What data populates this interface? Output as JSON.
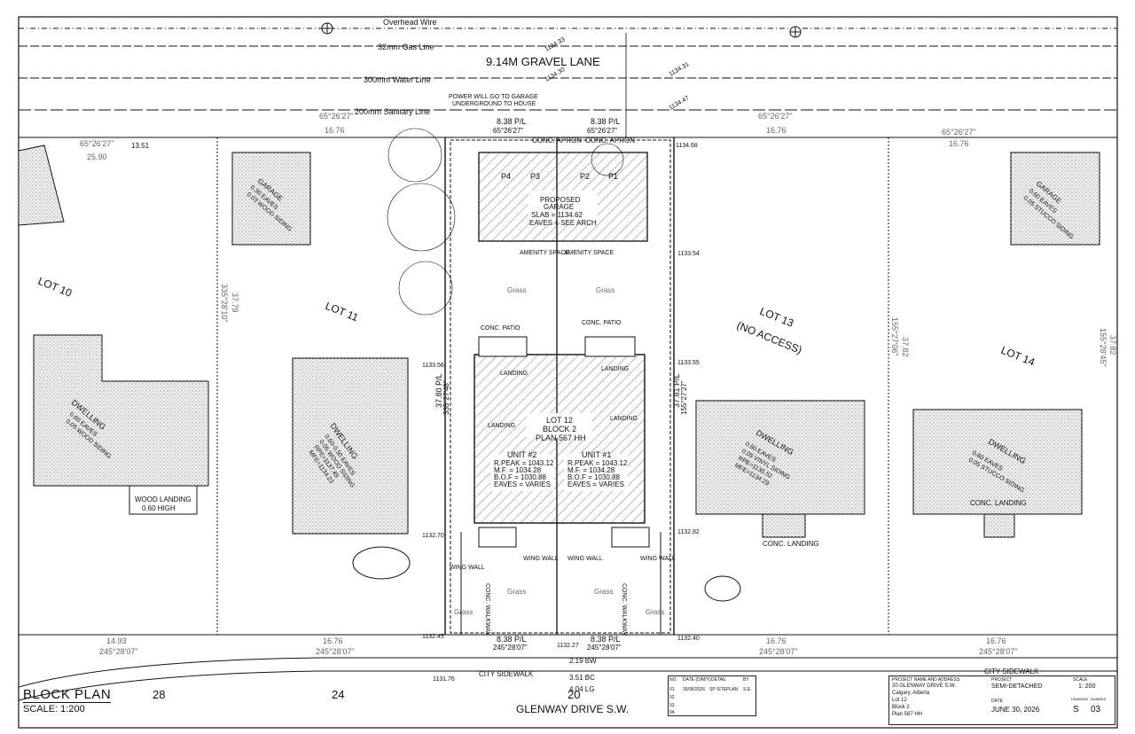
{
  "drawing": {
    "title": "BLOCK PLAN",
    "scale": "SCALE: 1:200"
  },
  "utilities": {
    "overhead_wire": "Overhead Wire",
    "gas_line": "32mm Gas Line",
    "water_line": "300mm Water Line",
    "sanitary_line": "200mm Sanitary Line",
    "lane": "9.14M GRAVEL LANE",
    "power_note_1": "POWER WILL GO TO GARAGE",
    "power_note_2": "UNDERGROUND TO HOUSE"
  },
  "street": {
    "name": "GLENWAY DRIVE S.W.",
    "sidewalk": "CITY SIDEWALK",
    "sidewalk_right": "CITY SIDEWALK",
    "house_numbers": [
      "28",
      "24",
      "20"
    ],
    "bw": "2.19 BW",
    "bc": "3.51 BC",
    "lg": "4.04 LG"
  },
  "lots": {
    "lot10": "LOT 10",
    "lot11": "LOT 11",
    "lot13": "LOT 13",
    "lot13_note": "(NO ACCESS)",
    "lot14": "LOT 14"
  },
  "subject": {
    "lot": "LOT 12",
    "block": "BLOCK 2",
    "plan": "PLAN 567 HH",
    "garage_title": "PROPOSED",
    "garage_sub": "GARAGE",
    "garage_slab": "SLAB = 1134.62",
    "garage_eaves": "EAVES = SEE ARCH",
    "parking": [
      "P4",
      "P3",
      "P2",
      "P1"
    ],
    "unit2": {
      "name": "UNIT #2",
      "rpeak": "R.PEAK = 1043.12",
      "mf": "M.F. = 1034.28",
      "bof": "B.O.F = 1030.88",
      "eaves": "EAVES = VARIES"
    },
    "unit1": {
      "name": "UNIT #1",
      "rpeak": "R.PEAK = 1043.12",
      "mf": "M.F. = 1034.28",
      "bof": "B.O.F = 1030.88",
      "eaves": "EAVES = VARIES"
    },
    "landing": "LANDING",
    "conc_patio": "CONC. PATIO",
    "conc_apron": "CONC. APRON",
    "amenity": "AMENITY SPACE",
    "grass": "Grass",
    "wing_wall": "WING WALL",
    "conc_walkway": "CONC. WALKWAY",
    "p_l": "8.38 P/L",
    "side_pl_left": "37.80 P/L",
    "side_pl_right": "37.81 P/L",
    "bearing_front": "245°28'07\"",
    "bearing_rear": "65°26'27\"",
    "bearing_side_left": "335°27'48\"",
    "bearing_side_right": "155°27'27\""
  },
  "neighbours": {
    "dwelling": "DWELLING",
    "garage": "GARAGE",
    "wood_landing": "WOOD LANDING",
    "wood_landing_h": "0.60 HIGH",
    "conc_landing": "CONC. LANDING",
    "lot11_eaves": "0.60-0.50 EAVES",
    "lot11_siding": "0.05 WOOD SIDING",
    "lot11_rpe": "RPE=1137.49",
    "lot11_mfe": "MFE=1134.23",
    "lot13_eaves": "0.60 EAVES",
    "lot13_siding": "0.05 VINYL SIDING",
    "lot13_rpe": "RPE=1135.52",
    "lot13_mfe": "MFE=1134.29",
    "lot14_eaves": "0.60 EAVES",
    "lot14_siding": "0.05 STUCCO SIDING",
    "lot10_eaves": "0.60 EAVES",
    "lot10_siding": "0.05 WOOD SIDING",
    "garage10_eaves": "0.30 EAVES",
    "garage10_siding": "0.03 WOOD SIDING",
    "garage14_eaves": "0.60 EAVES",
    "garage14_siding": "0.05 STUCCO SIDING"
  },
  "dimensions": {
    "d1676": "16.76",
    "d2590": "25.90",
    "d1351": "13.51",
    "d1493": "14.93",
    "d3779": "37.79",
    "d3782": "37.82",
    "d3782b": "37.82",
    "lot10_bearing": "335°28'10\"",
    "lot13_bearing": "155°27'06\"",
    "lot14_bearing": "155°28'45\"",
    "elev_1134_33": "1134.33",
    "elev_1134_30": "1134.30",
    "elev_1134_31": "1134.31",
    "elev_1134_47": "1134.47",
    "elev_1134_68": "1134.68",
    "elev_1133_54": "1133.54",
    "elev_1133_55": "1133.55",
    "elev_1133_56": "1133.56",
    "elev_1132_82": "1132.82",
    "elev_1132_70": "1132.70",
    "elev_1132_40": "1132.40",
    "elev_1132_45": "1132.45",
    "elev_1132_27": "1132.27",
    "elev_1131_76": "1131.76"
  },
  "titleblock": {
    "rev_headers": [
      "NO.",
      "DATE (D/M/Y)",
      "DETAIL",
      "BY"
    ],
    "rev_rows": [
      [
        "01.",
        "30/06/2026",
        "SP SITEPLAN",
        "S.E."
      ],
      [
        "02.",
        "",
        "",
        ""
      ],
      [
        "03.",
        "",
        "",
        ""
      ],
      [
        "04.",
        "",
        "",
        ""
      ]
    ],
    "project_label": "PROJECT NAME AND ADDRESS:",
    "address_1": "20 GLENWAY DRIVE S.W.",
    "address_2": "Calgary, Alberta",
    "address_3": "Lot 12",
    "address_4": "Block 2",
    "address_5": "Plan 567 HH",
    "type_label": "PROJECT",
    "type": "SEMI-DETACHED",
    "scale_label": "SCALE",
    "scale": "1: 200",
    "date_label": "DATE",
    "date": "JUNE 30, 2026",
    "sheet_label": "DRAWING",
    "sheet": "S",
    "sheet_num": "03",
    "sheet_no_label": "NUMBER"
  }
}
